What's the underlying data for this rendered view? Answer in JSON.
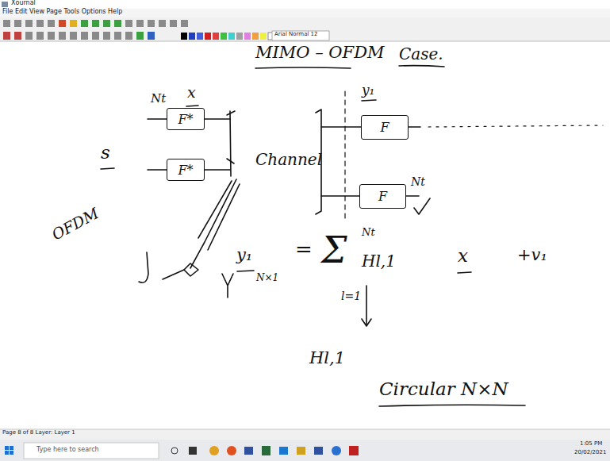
{
  "diagram": {
    "nodes": [
      {
        "text": [
          "F*"
        ]
      },
      {
        "text": [
          "F*"
        ]
      },
      {
        "text": [
          "F"
        ]
      },
      {
        "text": [
          "F"
        ]
      }
    ],
    "labels": [
      "Xournal",
      "File Edit View Page Tools Options Help",
      "Arial Normal 12",
      "MIMO – OFDM",
      "Case.",
      "Nt",
      "x",
      "s",
      "Channel",
      "y₁",
      "Nt",
      "OFDM",
      "y₁",
      "N×1",
      "=",
      "Σ",
      "Nt",
      "Hl,1",
      "l=1",
      "x",
      "+v₁",
      "Hl,1",
      "Circular N×N",
      "Page 8 of 8 Layer: Layer 1",
      "Type here to search",
      "1:05 PM",
      "20/02/2021"
    ]
  }
}
